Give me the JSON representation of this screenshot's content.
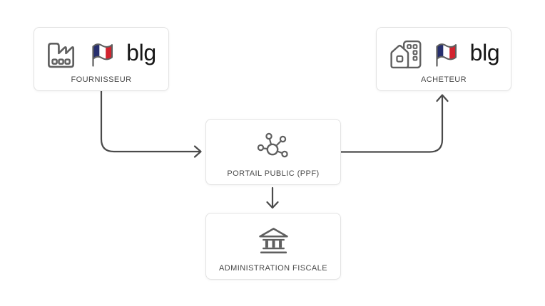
{
  "colors": {
    "canvas_bg": "#ffffff",
    "box_bg": "#ffffff",
    "box_border": "#e3e3e3",
    "label_color": "#474747",
    "logo_color": "#161616",
    "icon_stroke": "#5f5f5f",
    "arrow_color": "#4a4a4a",
    "flag_blue": "#272f6e",
    "flag_red": "#d2232e"
  },
  "nodes": {
    "fournisseur": {
      "label": "FOURNISSEUR",
      "icons": [
        "factory-icon",
        "france-flag-icon"
      ],
      "logo_text": "blg"
    },
    "acheteur": {
      "label": "ACHETEUR",
      "icons": [
        "house-buildings-icon",
        "france-flag-icon"
      ],
      "logo_text": "blg"
    },
    "portail_public": {
      "label": "PORTAIL PUBLIC (PPF)",
      "icons": [
        "network-hub-icon"
      ]
    },
    "administration_fiscale": {
      "label": "ADMINISTRATION FISCALE",
      "icons": [
        "bank-building-icon"
      ]
    }
  },
  "edges": [
    {
      "from": "FOURNISSEUR",
      "to": "PORTAIL PUBLIC (PPF)",
      "shape": "down-then-right",
      "arrowhead": "right"
    },
    {
      "from": "PORTAIL PUBLIC (PPF)",
      "to": "ACHETEUR",
      "shape": "right-then-up",
      "arrowhead": "up"
    },
    {
      "from": "PORTAIL PUBLIC (PPF)",
      "to": "ADMINISTRATION FISCALE",
      "shape": "straight-down",
      "arrowhead": "down"
    }
  ]
}
